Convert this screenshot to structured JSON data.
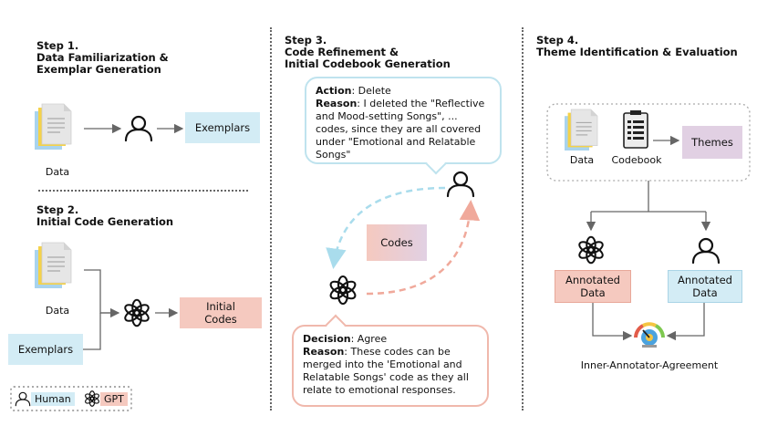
{
  "steps": {
    "step1": "Step 1.\nData Familiarization &\nExemplar Generation",
    "step2": "Step 2.\nInitial Code Generation",
    "step3": "Step 3.\nCode Refinement &\nInitial Codebook Generation",
    "step4": "Step 4.\nTheme Identification & Evaluation"
  },
  "panel1": {
    "data_label": "Data",
    "exemplars": "Exemplars"
  },
  "panel2": {
    "data_label": "Data",
    "exemplars": "Exemplars",
    "initial_codes": "Initial\nCodes"
  },
  "legend": {
    "human": "Human",
    "gpt": "GPT"
  },
  "panel3": {
    "human_bubble": {
      "action_key": "Action",
      "action_val": ": Delete",
      "reason_key": "Reason",
      "reason_val": ": I deleted the \"Reflective and Mood-setting Songs\", ... codes, since they are all covered under \"Emotional and Relatable Songs\""
    },
    "codes": "Codes",
    "gpt_bubble": {
      "decision_key": "Decision",
      "decision_val": ": Agree",
      "reason_key": "Reason",
      "reason_val": ":  These codes can be merged into the 'Emotional and Relatable Songs' code as they all relate to emotional responses."
    }
  },
  "panel4": {
    "data_label": "Data",
    "codebook_label": "Codebook",
    "themes": "Themes",
    "annotated_gpt": "Annotated\nData",
    "annotated_human": "Annotated\nData",
    "agreement": "Inner-Annotator-Agreement"
  },
  "colors": {
    "exemplars_bg": "#d3ecf5",
    "codes_bg": "#f5c9bf",
    "themes_bg": "#e1d0e3",
    "human_bubble_border": "#bfe3ee",
    "gpt_bubble_border": "#f0b8ac"
  }
}
